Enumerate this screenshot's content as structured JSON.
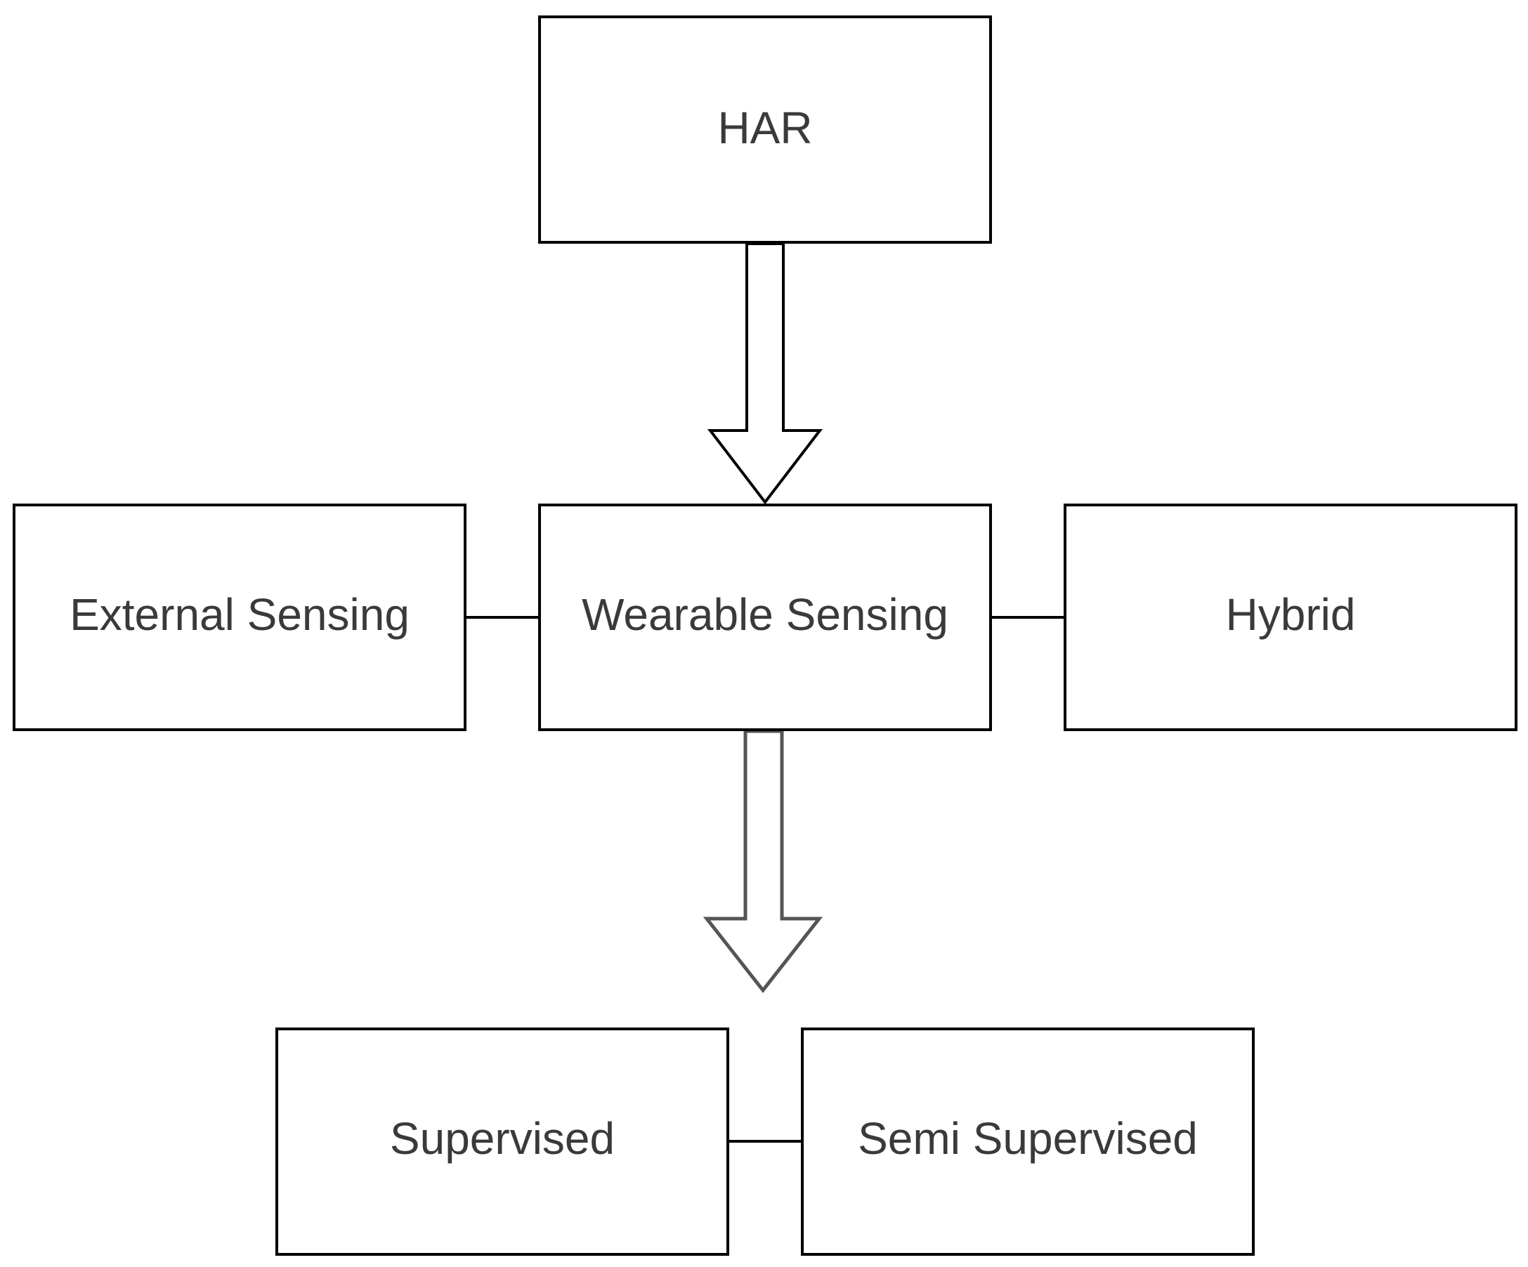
{
  "nodes": {
    "har": "HAR",
    "external_sensing": "External Sensing",
    "wearable_sensing": "Wearable Sensing",
    "hybrid": "Hybrid",
    "supervised": "Supervised",
    "semi_supervised": "Semi Supervised"
  },
  "edges": [
    {
      "from": "HAR",
      "to": "Wearable Sensing",
      "style": "block-arrow"
    },
    {
      "from": "External Sensing",
      "to": "Wearable Sensing",
      "style": "line"
    },
    {
      "from": "Wearable Sensing",
      "to": "Hybrid",
      "style": "line"
    },
    {
      "from": "Wearable Sensing",
      "to": "Supervised / Semi Supervised",
      "style": "block-arrow"
    },
    {
      "from": "Supervised",
      "to": "Semi Supervised",
      "style": "line"
    }
  ],
  "colors": {
    "stroke": "#000000",
    "fill": "#ffffff",
    "text": "#3a3a3a"
  }
}
